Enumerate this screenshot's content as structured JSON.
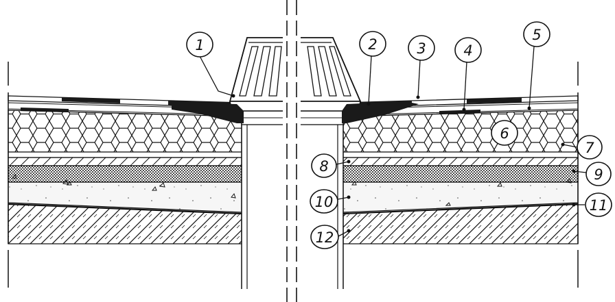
{
  "diagram": {
    "callouts": [
      {
        "id": "c1",
        "label": "1"
      },
      {
        "id": "c2",
        "label": "2"
      },
      {
        "id": "c3",
        "label": "3"
      },
      {
        "id": "c4",
        "label": "4"
      },
      {
        "id": "c5",
        "label": "5"
      },
      {
        "id": "c6",
        "label": "6"
      },
      {
        "id": "c7",
        "label": "7"
      },
      {
        "id": "c8",
        "label": "8"
      },
      {
        "id": "c9",
        "label": "9"
      },
      {
        "id": "c10",
        "label": "10"
      },
      {
        "id": "c11",
        "label": "11"
      },
      {
        "id": "c12",
        "label": "12"
      }
    ]
  },
  "colors": {
    "ink": "#111111",
    "paper": "#ffffff",
    "membrane_dark": "#1a1a1a",
    "screed": "#f4f4f4"
  }
}
